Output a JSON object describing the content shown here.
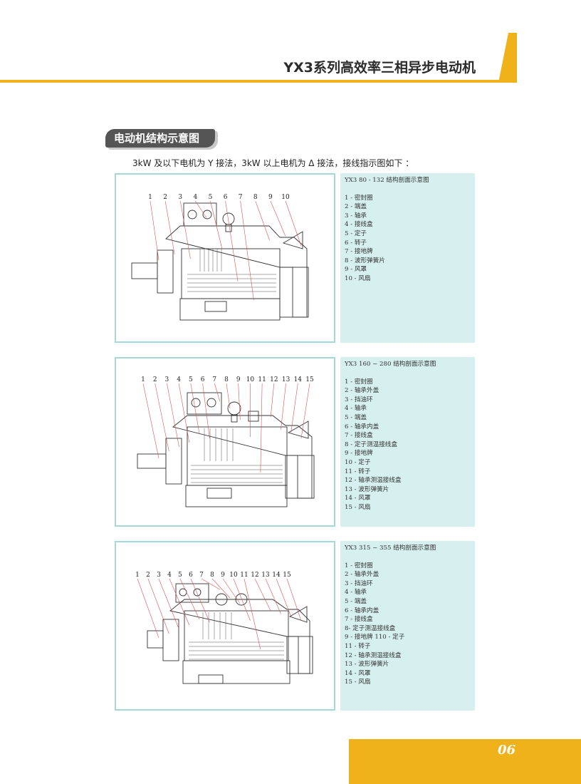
{
  "header": {
    "title": "YX3系列高效率三相异步电动机"
  },
  "section": {
    "title": "电动机结构示意图"
  },
  "intro": "3kW 及以下电机为 Y 接法，3kW 以上电机为 Δ 接法，接线指示图如下 ：",
  "panels": [
    {
      "legend_title": "YX3 80 - 132  结构剖面示意图",
      "numbers": [
        "1",
        "2",
        "3",
        "4",
        "5",
        "6",
        "7",
        "8",
        "9",
        "10"
      ],
      "items": [
        "1 - 密封圈",
        "2 - 端盖",
        "3 - 轴承",
        "4 - 接线盒",
        "5 - 定子",
        "6 - 转子",
        "7 - 接地牌",
        "8 - 波形弹簧片",
        "9 - 风罩",
        "10 - 风扇"
      ]
    },
    {
      "legend_title": "YX3 160 ~ 280  结构剖面示意图",
      "numbers": [
        "1",
        "2",
        "3",
        "4",
        "5",
        "6",
        "7",
        "8",
        "9",
        "10",
        "11",
        "12",
        "13",
        "14",
        "15"
      ],
      "items": [
        "1 - 密封圈",
        "2 - 轴承外盖",
        "3 - 挡油环",
        "4 - 轴承",
        "5 - 端盖",
        "6 - 轴承内盖",
        "7 - 接线盒",
        "8 - 定子测温接线盒",
        "9 - 接地牌",
        "10 - 定子",
        "11 - 转子",
        "12 - 轴承测温接线盒",
        "13 - 波形弹簧片",
        "14 - 风罩",
        "15 - 风扇"
      ]
    },
    {
      "legend_title": "YX3 315 ~ 355  结构剖面示意图",
      "numbers": [
        "1",
        "2",
        "3",
        "4",
        "5",
        "6",
        "7",
        "8",
        "9",
        "10",
        "11",
        "12",
        "13",
        "14",
        "15"
      ],
      "items": [
        "1 - 密封圈",
        "2 - 轴承外盖",
        "3 - 挡油环",
        "4 - 轴承",
        "5 - 端盖",
        "6 - 轴承内盖",
        "7 - 接线盒",
        "8- 定子测温接线盒",
        "9 - 接地牌 110 - 定子",
        "11 - 转子",
        "12 - 轴承测温接线盒",
        "13 - 波形弹簧片",
        "14 - 风罩",
        "15 - 风扇"
      ]
    }
  ],
  "footer": {
    "page_number": "06"
  },
  "colors": {
    "accent": "#f0b21a",
    "panel_bg": "#d6efef",
    "panel_border": "#a8d7d7",
    "leader": "#d9534f"
  }
}
